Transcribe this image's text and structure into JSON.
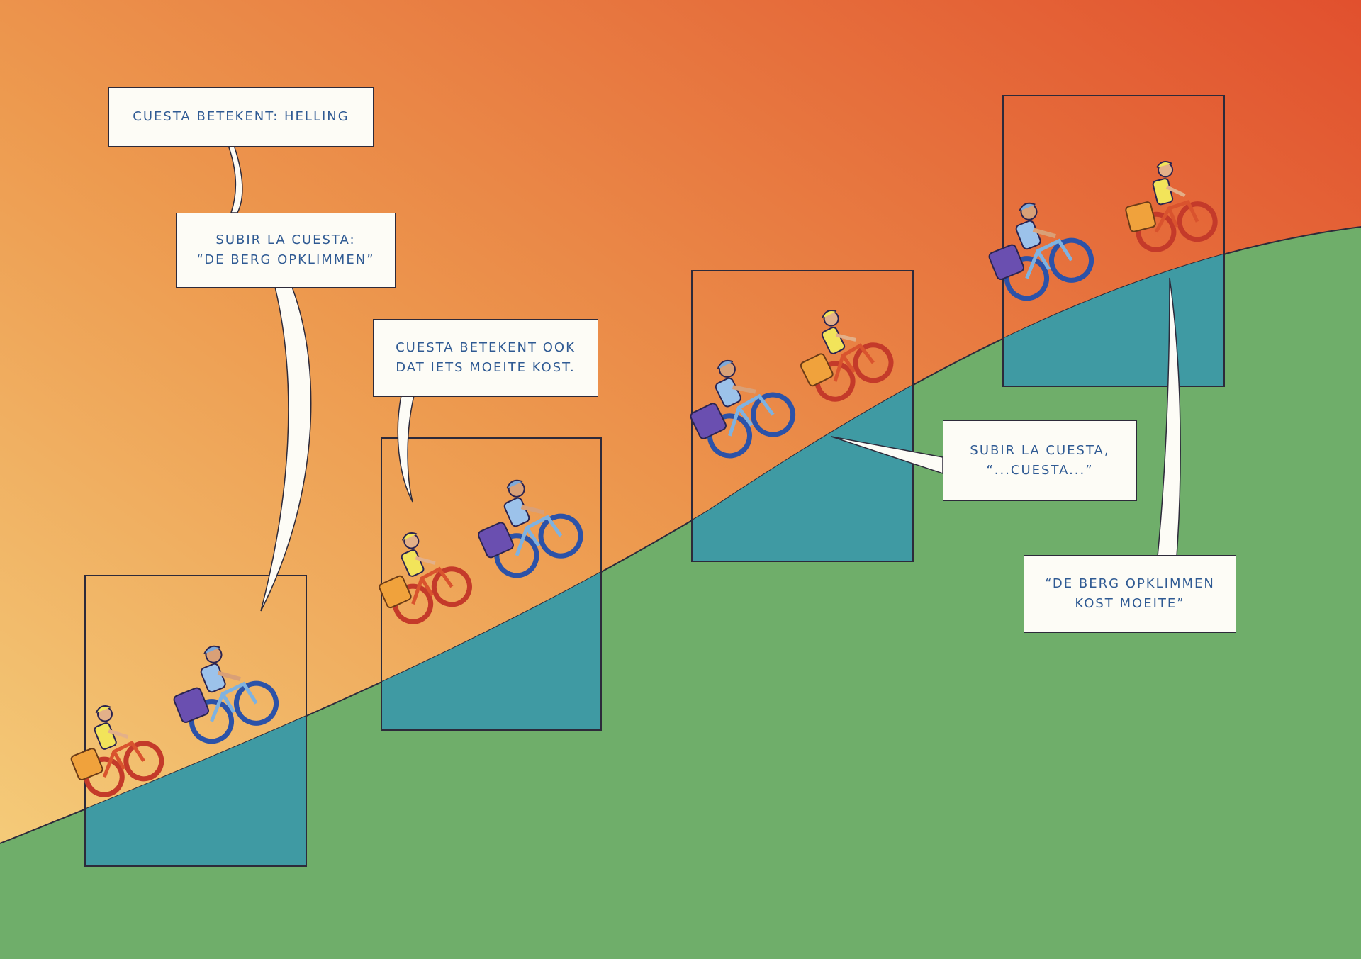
{
  "captions": {
    "c1": "Cuesta betekent: helling",
    "c2a": "Subir la cuesta:",
    "c2b": "“De berg opklimmen”",
    "c3a": "Cuesta betekent ook",
    "c3b": "dat iets moeite kost.",
    "c4a": "Subir la cuesta,",
    "c4b": "“...cuesta...”",
    "c5a": "“De berg opklimmen",
    "c5b": "kost moeite”"
  },
  "colors": {
    "sky_left": "#f3cf7a",
    "sky_mid": "#ec9a4c",
    "sky_right": "#e25a33",
    "hill": "#6fae6a",
    "panel_hill": "#3f9aa3",
    "text": "#2f5a93"
  }
}
